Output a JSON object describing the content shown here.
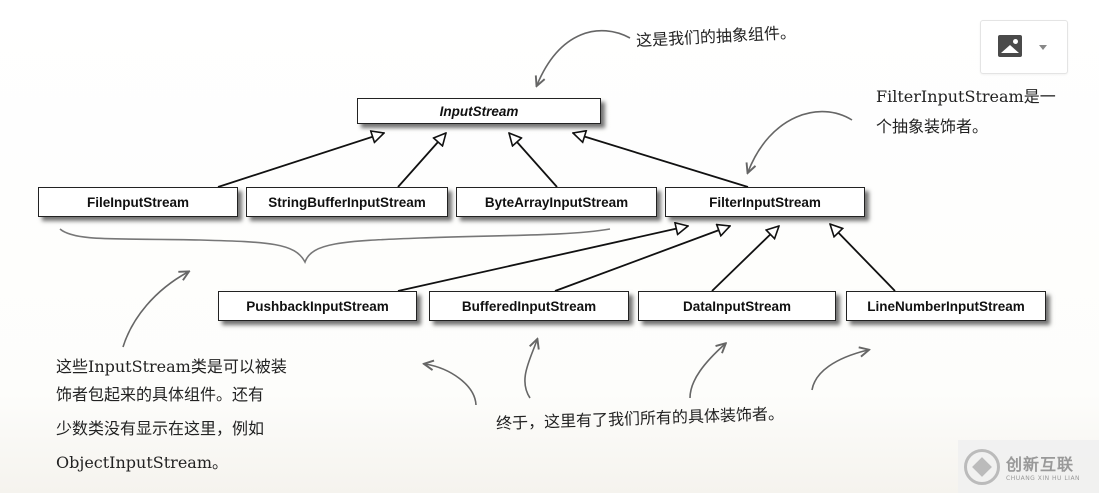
{
  "classes": {
    "input_stream": "InputStream",
    "file_input_stream": "FileInputStream",
    "string_buffer_input_stream": "StringBufferInputStream",
    "byte_array_input_stream": "ByteArrayInputStream",
    "filter_input_stream": "FilterInputStream",
    "pushback_input_stream": "PushbackInputStream",
    "buffered_input_stream": "BufferedInputStream",
    "data_input_stream": "DataInputStream",
    "line_number_input_stream": "LineNumberInputStream"
  },
  "notes": {
    "abstract_component": "这是我们的抽象组件。",
    "abstract_decorator_line1": "FilterInputStream是一",
    "abstract_decorator_line2": "个抽象装饰者。",
    "concrete_components_line1": "这些InputStream类是可以被装",
    "concrete_components_line2": "饰者包起来的具体组件。还有",
    "concrete_components_line3": "少数类没有显示在这里，例如",
    "concrete_components_line4": "ObjectInputStream。",
    "concrete_decorators": "终于，这里有了我们所有的具体装饰者。"
  },
  "toolbar": {
    "image_icon": "image-icon",
    "dropdown_icon": "chevron-down-icon"
  },
  "watermark": {
    "title": "创新互联",
    "subtitle": "CHUANG XIN HU LIAN"
  },
  "colors": {
    "line": "#111111",
    "handwriting": "#666666",
    "box_border": "#222222"
  }
}
